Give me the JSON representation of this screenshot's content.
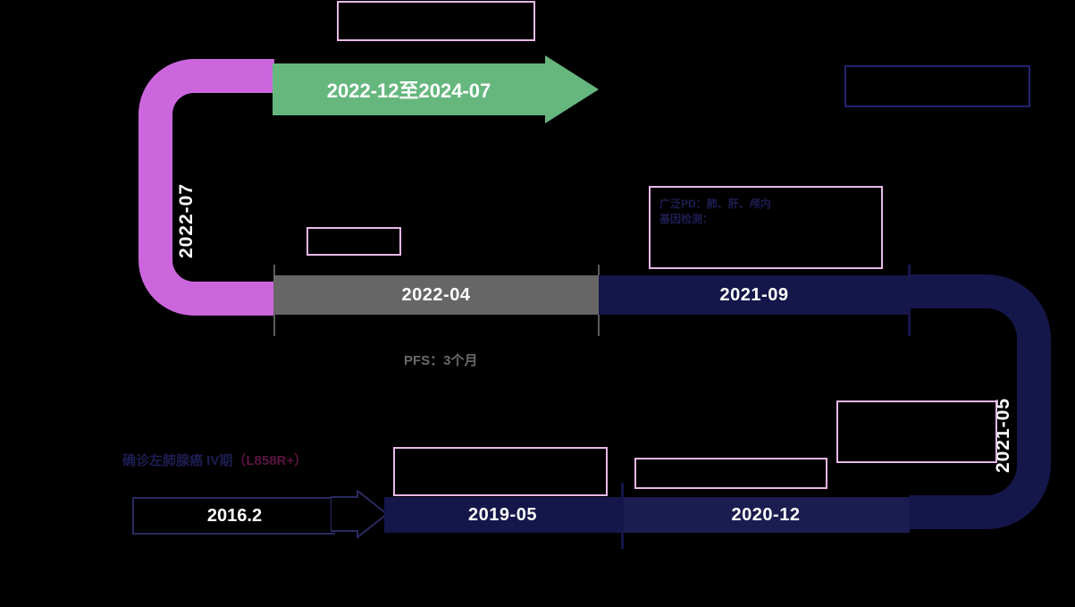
{
  "diagram": {
    "type": "treatment-timeline",
    "colors": {
      "background": "#000000",
      "green": "#66b77e",
      "magenta": "#cc66dd",
      "gray": "#666666",
      "navy": "#15164a",
      "note_border_pink": "#e8b8e8",
      "note_border_navy": "#222270",
      "note_text": "#1d1d52",
      "mutation_text": "#5a1340",
      "pfs_text": "#6a6a6a",
      "bar_label": "#ffffff"
    }
  },
  "top_row": {
    "green_arrow": {
      "label": "2022-12至2024-07"
    },
    "connector_left": {
      "label": "2022-07"
    },
    "note_top": {
      "text": ""
    },
    "note_top_right": {
      "text": ""
    }
  },
  "middle_row": {
    "segments": [
      {
        "label": "2022-04",
        "color": "gray"
      },
      {
        "label": "2021-09",
        "color": "navy"
      }
    ],
    "note_small": {
      "text": ""
    },
    "note_pd": {
      "line1": "广泛PD：肺、肝、颅内",
      "line2": "基因检测："
    },
    "pfs": "PFS：3个月",
    "connector_right": {
      "label": "2021-05"
    }
  },
  "bottom_row": {
    "diagnosis": {
      "main": "确诊左肺腺癌 IV期",
      "mutation": "（L858R+）"
    },
    "start_arrow": {
      "label": "2016.2"
    },
    "segments": [
      {
        "label": "2019-05",
        "color": "navy"
      },
      {
        "label": "2020-12",
        "color": "navy"
      }
    ],
    "note_a": {
      "text": ""
    },
    "note_b": {
      "text": ""
    },
    "note_c": {
      "text": ""
    }
  }
}
